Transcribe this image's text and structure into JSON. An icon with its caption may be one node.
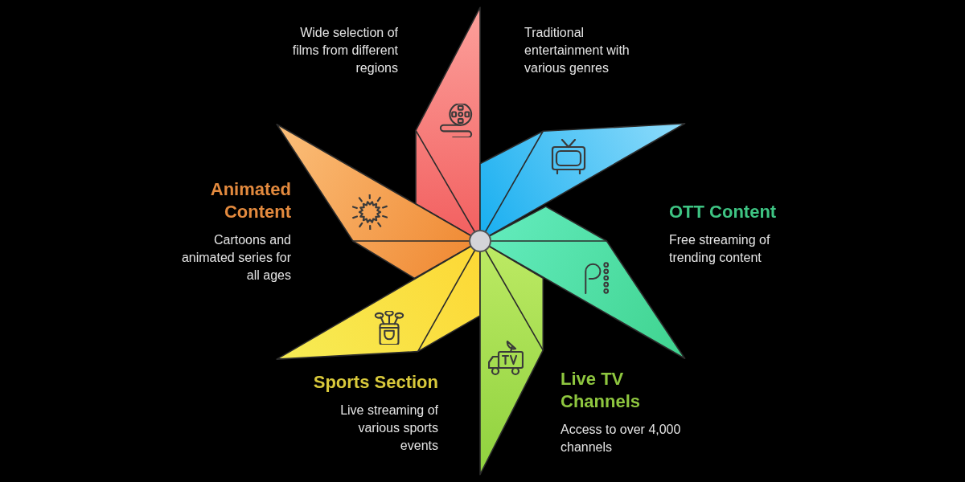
{
  "diagram": {
    "nodes": [
      {
        "text": [
          "Wide selection of films from different regions"
        ]
      },
      {
        "text": [
          "Traditional entertainment with various genres"
        ]
      },
      {
        "text": [
          "Animated Content",
          "Cartoons and animated series for all ages"
        ]
      },
      {
        "text": [
          "OTT Content",
          "Free streaming of trending content"
        ]
      },
      {
        "text": [
          "Sports Section",
          "Live streaming of various sports events"
        ]
      },
      {
        "text": [
          "Live TV Channels",
          "Access to over 4,000 channels"
        ]
      }
    ]
  }
}
